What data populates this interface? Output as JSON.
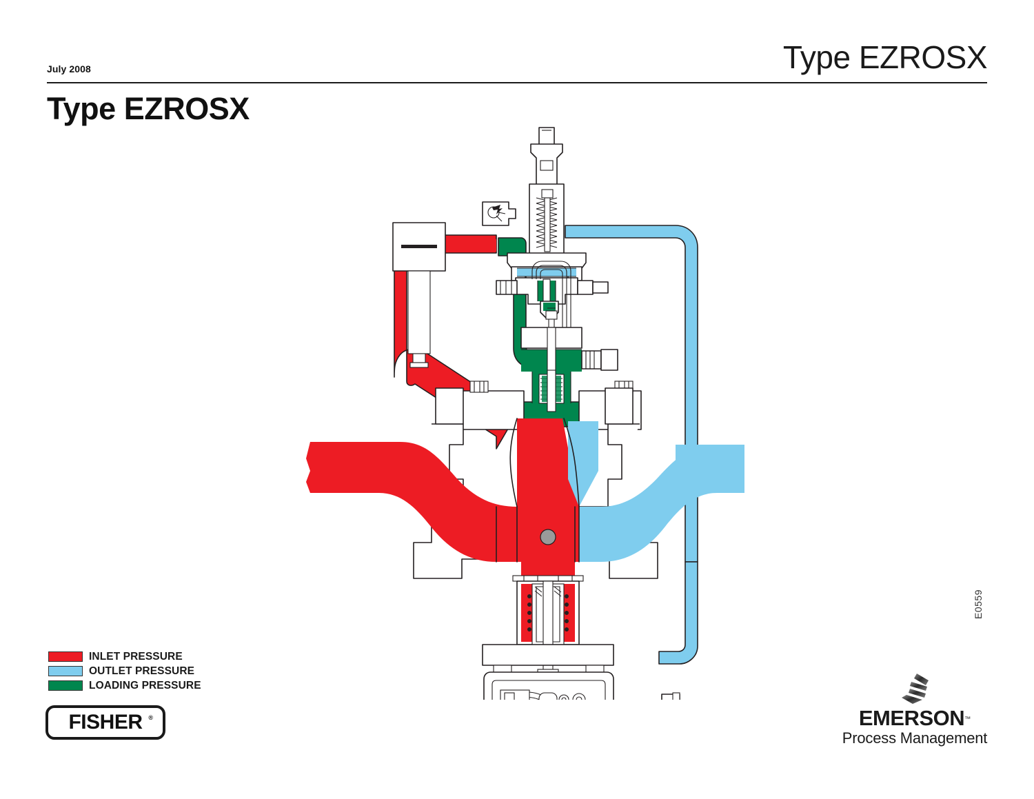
{
  "header": {
    "date": "July 2008",
    "title_right": "Type EZROSX",
    "page_title": "Type EZROSX"
  },
  "figure": {
    "reference": "E0559"
  },
  "legend": {
    "items": [
      {
        "label": "INLET PRESSURE",
        "color": "#ED1C24"
      },
      {
        "label": "OUTLET PRESSURE",
        "color": "#7FCDEE"
      },
      {
        "label": "LOADING PRESSURE",
        "color": "#00864E"
      }
    ]
  },
  "branding": {
    "fisher": {
      "wordmark": "FISHER",
      "registered": "®"
    },
    "emerson": {
      "wordmark": "EMERSON",
      "trademark": "™",
      "tagline": "Process Management"
    }
  },
  "colors": {
    "inlet": "#ED1C24",
    "outlet": "#7FCDEE",
    "loading": "#00864E",
    "outline": "#231f20",
    "metal": "#ffffff",
    "accent_gray": "#9a9a9a"
  },
  "diagram": {
    "type": "cutaway-cross-section",
    "subject": "Type EZROSX pressure reducing regulator with pilot, filter and slam-shut device",
    "components": [
      {
        "name": "pilot-regulator",
        "label": ""
      },
      {
        "name": "pilot-spring-case",
        "label": ""
      },
      {
        "name": "pilot-adjusting-screw",
        "label": ""
      },
      {
        "name": "relief-valve-block",
        "label": ""
      },
      {
        "name": "supply-filter",
        "label": ""
      },
      {
        "name": "main-valve-body",
        "label": ""
      },
      {
        "name": "main-actuator-diaphragm",
        "label": ""
      },
      {
        "name": "valve-plug-and-seat",
        "label": ""
      },
      {
        "name": "slam-shut-device",
        "label": ""
      },
      {
        "name": "slam-shut-sensing-diaphragm",
        "label": ""
      },
      {
        "name": "inlet-supply-tubing",
        "label": ""
      },
      {
        "name": "loading-pressure-tubing",
        "label": ""
      },
      {
        "name": "outlet-sensing-tubing",
        "label": ""
      }
    ]
  }
}
